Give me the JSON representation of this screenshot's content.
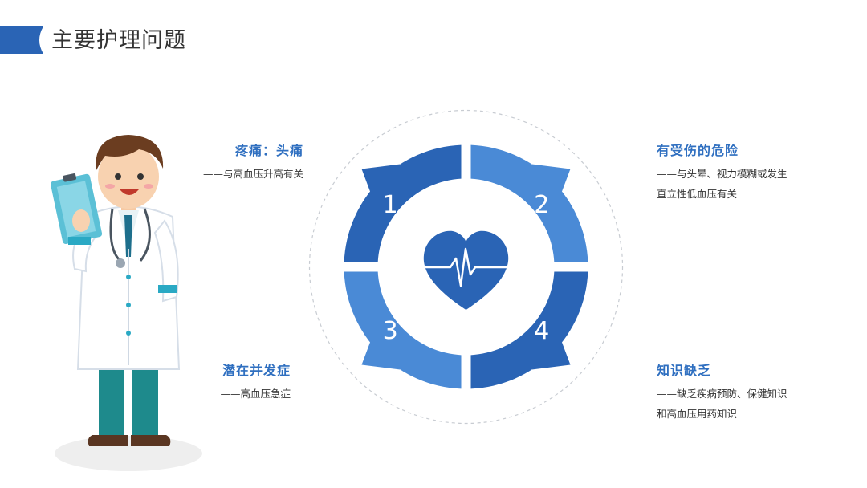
{
  "page": {
    "title": "主要护理问题"
  },
  "colors": {
    "accent": "#2f6fc0",
    "dark_blue": "#2a64b5",
    "light_blue": "#4a8ad6",
    "text": "#333333"
  },
  "diagram": {
    "segments": [
      {
        "number": "1"
      },
      {
        "number": "2"
      },
      {
        "number": "3"
      },
      {
        "number": "4"
      }
    ],
    "center_icon": "heart-pulse-icon"
  },
  "problems": [
    {
      "title": "疼痛：头痛",
      "desc": [
        "——与高血压升高有关"
      ]
    },
    {
      "title": "有受伤的危险",
      "desc": [
        "——与头晕、视力模糊或发生",
        "直立性低血压有关"
      ]
    },
    {
      "title": "潜在并发症",
      "desc": [
        "——高血压急症"
      ]
    },
    {
      "title": "知识缺乏",
      "desc": [
        "——缺乏疾病预防、保健知识",
        "和高血压用药知识"
      ]
    }
  ],
  "illustration": "doctor-with-clipboard-illustration"
}
